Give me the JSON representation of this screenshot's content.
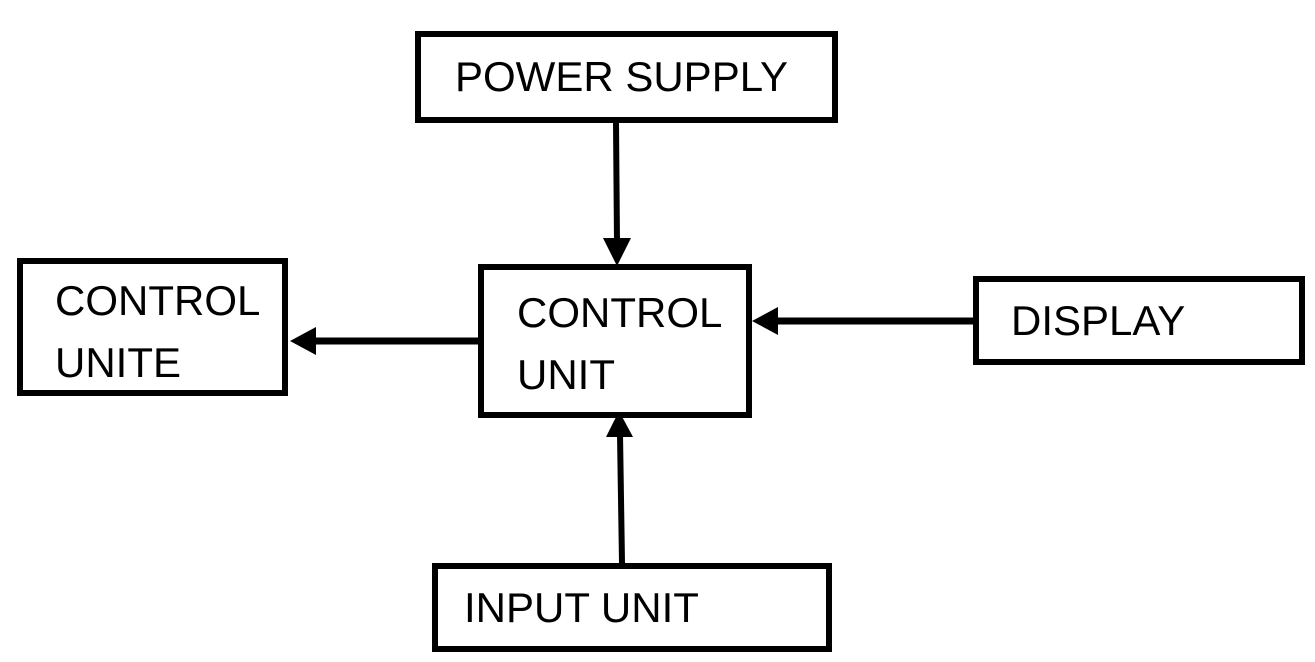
{
  "diagram": {
    "type": "block-diagram",
    "nodes": {
      "power_supply": {
        "label": "POWER SUPPLY"
      },
      "control_unite": {
        "line1": "CONTROL",
        "line2": "UNITE"
      },
      "control_unit": {
        "line1": "CONTROL",
        "line2": "UNIT"
      },
      "display": {
        "label": "DISPLAY"
      },
      "input_unit": {
        "label": "INPUT UNIT"
      }
    },
    "edges": [
      {
        "from": "POWER SUPPLY",
        "to": "CONTROL UNIT",
        "arrow": "into-top-of-control-unit"
      },
      {
        "from": "CONTROL UNIT",
        "to": "CONTROL UNITE",
        "arrow": "into-right-of-control-unite"
      },
      {
        "from": "DISPLAY",
        "to": "CONTROL UNIT",
        "arrow": "into-right-of-control-unit"
      },
      {
        "from": "INPUT UNIT",
        "to": "CONTROL UNIT",
        "arrow": "into-bottom-of-control-unit"
      }
    ],
    "colors": {
      "stroke": "#000000",
      "text": "#000000",
      "background": "#ffffff"
    }
  }
}
